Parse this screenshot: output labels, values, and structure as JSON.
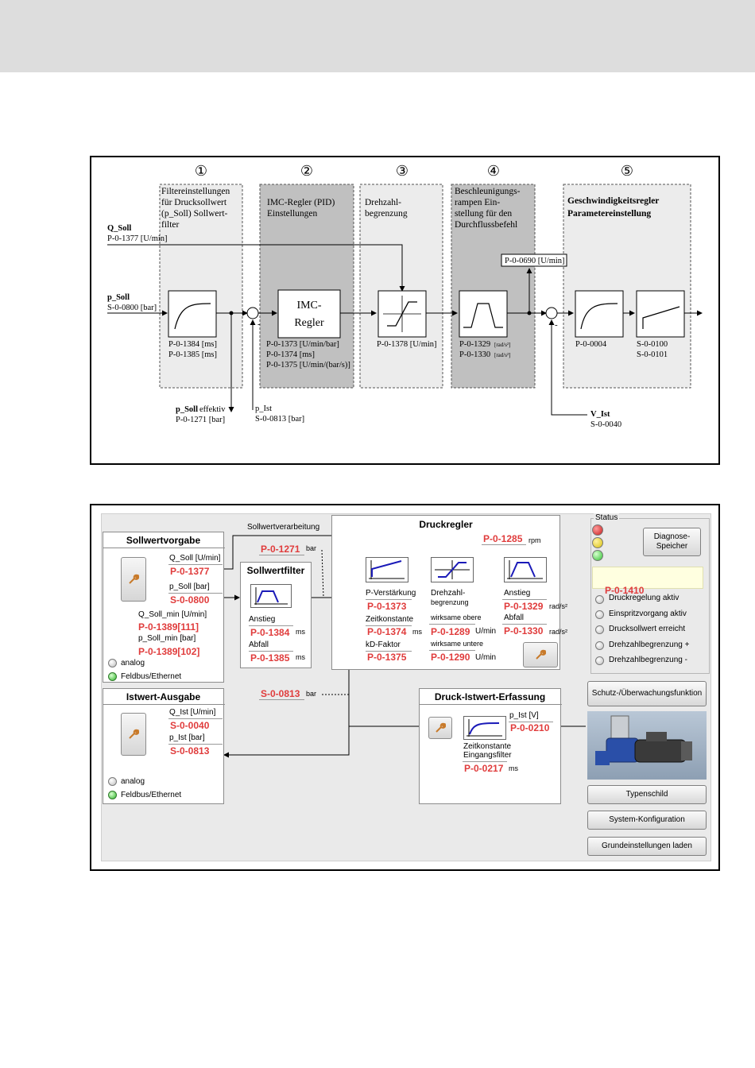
{
  "figure1": {
    "step_numbers": [
      "①",
      "②",
      "③",
      "④",
      "⑤"
    ],
    "section_titles": {
      "s1": [
        "Filtereinstellungen",
        "für Drucksollwert",
        "(p_Soll) Sollwert-",
        "filter"
      ],
      "s2": [
        "IMC-Regler (PID)",
        "Einstellungen"
      ],
      "s3": [
        "Drehzahl-",
        "begrenzung"
      ],
      "s4": [
        "Beschleunigungs-",
        "rampen Ein-",
        "stellung für den",
        "Durchflussbefehl"
      ],
      "s5": [
        "Geschwindigkeitsregler",
        "Parametereinstellung"
      ]
    },
    "q_soll": {
      "name": "Q_Soll",
      "param": "P-0-1377 [U/min]"
    },
    "p_soll": {
      "name": "p_Soll",
      "param": "S-0-0800 [bar]"
    },
    "imc_label": [
      "IMC-",
      "Regler"
    ],
    "filter_params": [
      "P-0-1384 [ms]",
      "P-0-1385 [ms]"
    ],
    "imc_params": [
      "P-0-1373 [U/min/bar]",
      "P-0-1374 [ms]",
      "P-0-1375 [U/min/(bar/s)]"
    ],
    "limit_param": "P-0-1378 [U/min]",
    "ramp_params": [
      "P-0-1329",
      "P-0-1330"
    ],
    "ramp_unit": "[rad/s²]",
    "max_speed_param": "P-0-0690 [U/min]",
    "speed_ctrl_params": {
      "left": "P-0-0004",
      "right": [
        "S-0-0100",
        "S-0-0101"
      ]
    },
    "p_soll_eff": {
      "name": "p_Soll",
      "suffix": "effektiv",
      "param": "P-0-1271 [bar]"
    },
    "p_ist": {
      "name": "p_Ist",
      "param": "S-0-0813 [bar]"
    },
    "v_ist": {
      "name": "V_Ist",
      "param": "S-0-0040"
    },
    "sum_sign": "-"
  },
  "figure2": {
    "sollwertverarbeitung": "Sollwertverarbeitung",
    "sollwertvorgabe": {
      "title": "Sollwertvorgabe",
      "q_soll_label": "Q_Soll [U/min]",
      "q_soll_value": "P-0-1377",
      "p_soll_label": "p_Soll [bar]",
      "p_soll_value": "S-0-0800",
      "q_soll_min_label": "Q_Soll_min [U/min]",
      "q_soll_min_value": "P-0-1389[111]",
      "p_soll_min_label": "p_Soll_min [bar]",
      "p_soll_min_value": "P-0-1389[102]",
      "radio_analog": "analog",
      "radio_feldbus": "Feldbus/Ethernet"
    },
    "p1271": {
      "value": "P-0-1271",
      "unit": "bar"
    },
    "sollwertfilter": {
      "title": "Sollwertfilter",
      "anstieg_label": "Anstieg",
      "anstieg_value": "P-0-1384",
      "anstieg_unit": "ms",
      "abfall_label": "Abfall",
      "abfall_value": "P-0-1385",
      "abfall_unit": "ms"
    },
    "druckregler": {
      "title": "Druckregler",
      "rpm_value": "P-0-1285",
      "rpm_unit": "rpm",
      "p_verst_label": "P-Verstärkung",
      "p_verst_value": "P-0-1373",
      "zeitkonst_label": "Zeitkonstante",
      "zeitkonst_value": "P-0-1374",
      "zeitkonst_unit": "ms",
      "kd_label": "kD-Faktor",
      "kd_value": "P-0-1375",
      "drehzahl_label": "Drehzahl-",
      "drehzahl_label2": "begrenzung",
      "obere_label": "wirksame obere",
      "obere_value": "P-0-1289",
      "obere_unit": "U/min",
      "untere_label": "wirksame untere",
      "untere_value": "P-0-1290",
      "untere_unit": "U/min",
      "anstieg_label": "Anstieg",
      "anstieg_value": "P-0-1329",
      "anstieg_unit": "rad/s²",
      "abfall_label": "Abfall",
      "abfall_value": "P-0-1330",
      "abfall_unit": "rad/s²"
    },
    "s0813": {
      "value": "S-0-0813",
      "unit": "bar"
    },
    "istwert": {
      "title": "Istwert-Ausgabe",
      "q_ist_label": "Q_Ist [U/min]",
      "q_ist_value": "S-0-0040",
      "p_ist_label": "p_Ist [bar]",
      "p_ist_value": "S-0-0813",
      "radio_analog": "analog",
      "radio_feldbus": "Feldbus/Ethernet"
    },
    "druck_ist": {
      "title": "Druck-Istwert-Erfassung",
      "p_ist_label": "p_Ist [V]",
      "p_ist_value": "P-0-0210",
      "filter_label1": "Zeitkonstante",
      "filter_label2": "Eingangsfilter",
      "filter_value": "P-0-0217",
      "filter_unit": "ms"
    },
    "status": {
      "title": "Status",
      "diagnose_btn": "Diagnose-\nSpeicher",
      "p1410": "P-0-1410",
      "items": [
        "Druckregelung aktiv",
        "Einspritzvorgang aktiv",
        "Drucksollwert erreicht",
        "Drehzahlbegrenzung +",
        "Drehzahlbegrenzung -"
      ]
    },
    "buttons": {
      "schutz": "Schutz-/Überwachungsfunktion",
      "typenschild": "Typenschild",
      "system": "System-Konfiguration",
      "grund": "Grundeinstellungen laden"
    },
    "colors": {
      "param_red": "#e03c3c",
      "curve_blue": "#1a1ab8",
      "feldbus_green": "#2fb52a"
    }
  }
}
